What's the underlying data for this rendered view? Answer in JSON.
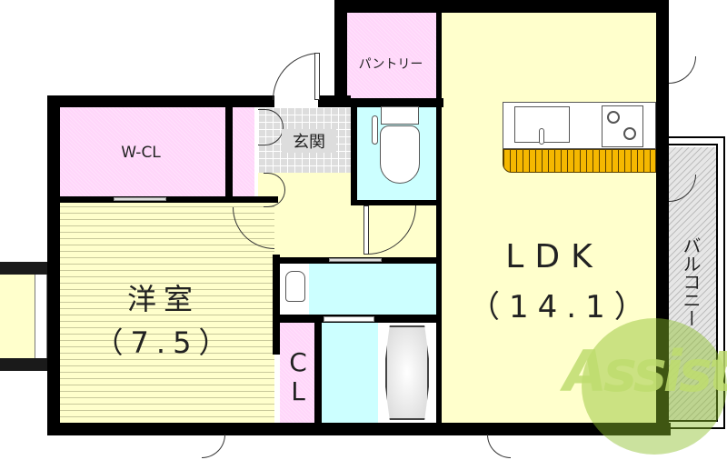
{
  "floorplan": {
    "rooms": {
      "wcl": {
        "label": "W-CL"
      },
      "genkan": {
        "label": "玄関"
      },
      "pantry": {
        "label": "パントリー"
      },
      "youshitsu": {
        "label": "洋室",
        "size": "（7.5）"
      },
      "ldk": {
        "label": "LDK",
        "size": "（14.1）"
      },
      "cl": {
        "label_c": "C",
        "label_l": "L"
      },
      "balcony": {
        "label": "バルコニー"
      }
    },
    "colors": {
      "wall": "#000000",
      "storage": "#ffd6fa",
      "living": "#ffffcc",
      "wet_area": "#ccffff",
      "counter_front": "#f5b800"
    },
    "watermark": {
      "text": "Assist"
    }
  }
}
